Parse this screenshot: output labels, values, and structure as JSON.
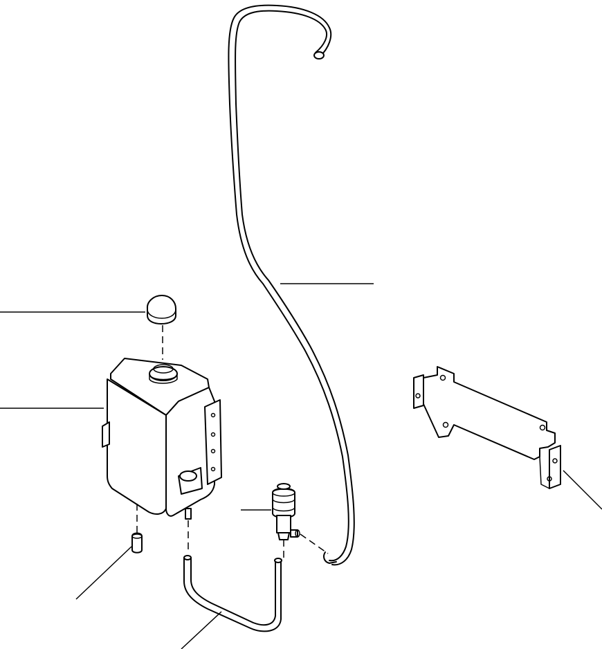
{
  "diagram": {
    "parts": [
      {
        "id": "tank-cap"
      },
      {
        "id": "washer-tank"
      },
      {
        "id": "tank-plug"
      },
      {
        "id": "hose-short"
      },
      {
        "id": "hose-long"
      },
      {
        "id": "check-valve"
      },
      {
        "id": "mounting-bracket"
      }
    ],
    "callout_labels": []
  }
}
